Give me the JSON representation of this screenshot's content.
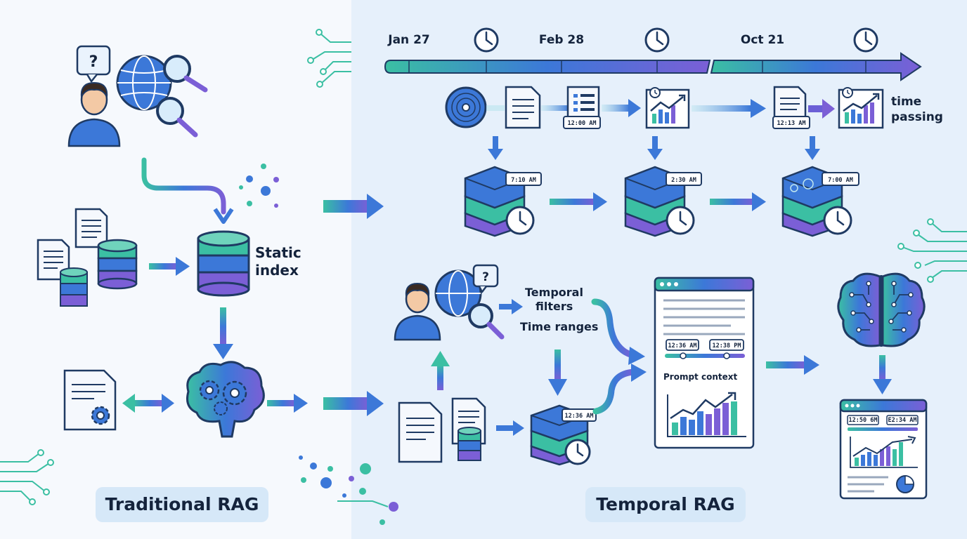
{
  "timeline": {
    "dates": [
      "Jan 27",
      "Feb 28",
      "Oct 21"
    ],
    "caption_line1": "time",
    "caption_line2": "passing"
  },
  "timestamps": {
    "doc_a": "12:00 AM",
    "doc_b": "12:13 AM",
    "db_a": "7:10 AM",
    "db_b": "2:30 AM",
    "db_c": "7:00 AM",
    "db_query": "12:36 AM",
    "context_start": "12:36 AM",
    "context_end": "12:38 PM",
    "answer_start": "12:50 6M",
    "answer_end": "E2:34 AM"
  },
  "labels": {
    "static_index_line1": "Static",
    "static_index_line2": "index",
    "temporal_filters_line1": "Temporal",
    "temporal_filters_line2": "filters",
    "time_ranges": "Time ranges",
    "prompt_context": "Prompt context",
    "question_mark": "?"
  },
  "panels": {
    "left_title": "Traditional RAG",
    "right_title": "Temporal RAG"
  },
  "colors": {
    "ink": "#1f3a63",
    "accent_blue": "#3c78d8",
    "accent_teal": "#3bbfa3",
    "accent_purple": "#7b5fd6",
    "panel_left_bg": "#f6f9fd",
    "panel_right_bg": "#e6f0fb"
  }
}
